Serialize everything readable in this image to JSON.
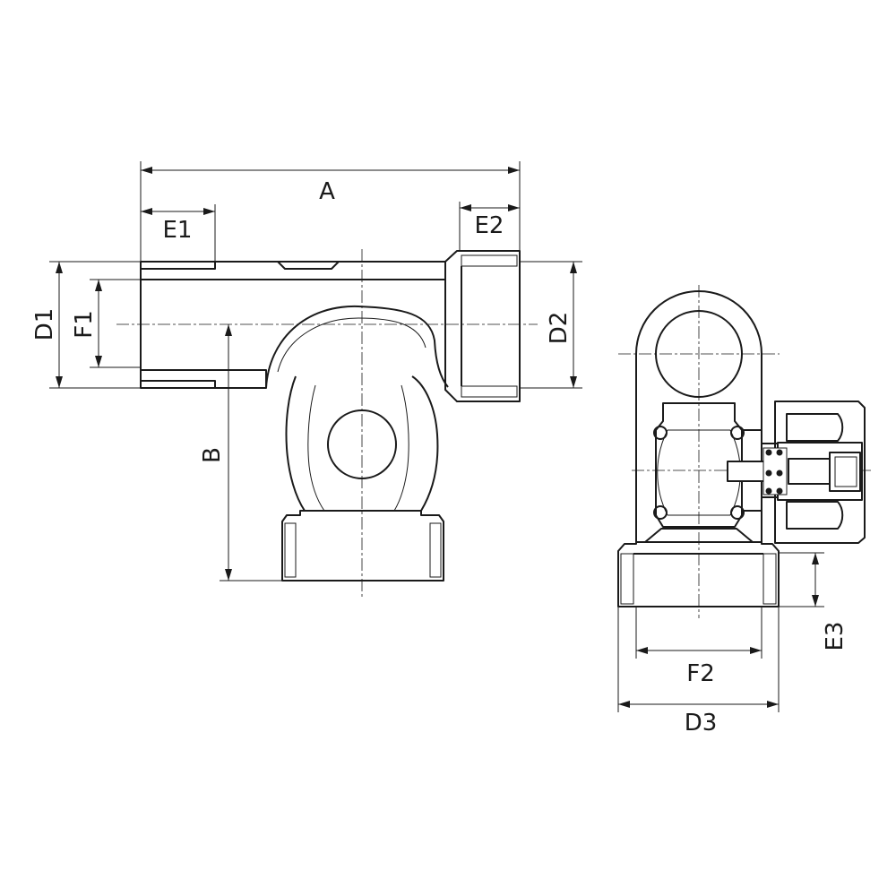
{
  "labels": {
    "A": "A",
    "B": "B",
    "D1": "D1",
    "D2": "D2",
    "D3": "D3",
    "E1": "E1",
    "E2": "E2",
    "E3": "E3",
    "F1": "F1",
    "F2": "F2"
  },
  "colors": {
    "line": "#1a1a1a",
    "background": "#ffffff"
  }
}
